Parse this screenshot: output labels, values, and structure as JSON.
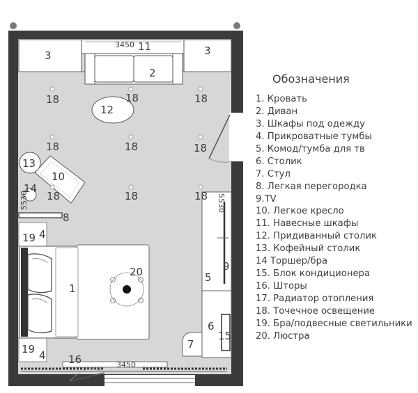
{
  "legend": {
    "title": "Обозначения",
    "items": [
      "1. Кровать",
      "2. Диван",
      "3. Шкафы под одежду",
      "4. Прикроватные тумбы",
      "5. Комод/тумба для тв",
      "6. Столик",
      "7. Стул",
      "8. Легкая перегородка",
      "9.TV",
      "10. Легкое кресло",
      "11. Навесные шкафы",
      "12. Придиванный столик",
      "13. Кофейный столик",
      "14 Торшер/бра",
      "15. Блок кондиционера",
      "16. Шторы",
      "17. Радиатор отопления",
      "18. Точечное освещение",
      "19. Бра/подвесные светильники",
      "20. Люстра"
    ]
  },
  "plan": {
    "dimensions": {
      "top_width": "3450",
      "bottom_width": "3450",
      "right_length": "5530",
      "left_length": "5530"
    },
    "markers": {
      "m1": "1",
      "m2": "2",
      "m3a": "3",
      "m3b": "3",
      "m4a": "4",
      "m4b": "4",
      "m5": "5",
      "m6": "6",
      "m7": "7",
      "m8": "8",
      "m9": "9",
      "m10": "10",
      "m11": "11",
      "m12": "12",
      "m13": "13",
      "m14": "14",
      "m15": "15",
      "m16": "16",
      "m19a": "19",
      "m19b": "19",
      "m20": "20",
      "spot": "18"
    },
    "colors": {
      "wall": "#3b3b3b",
      "floor": "#d7d7d7",
      "furniture": "#ffffff"
    }
  }
}
